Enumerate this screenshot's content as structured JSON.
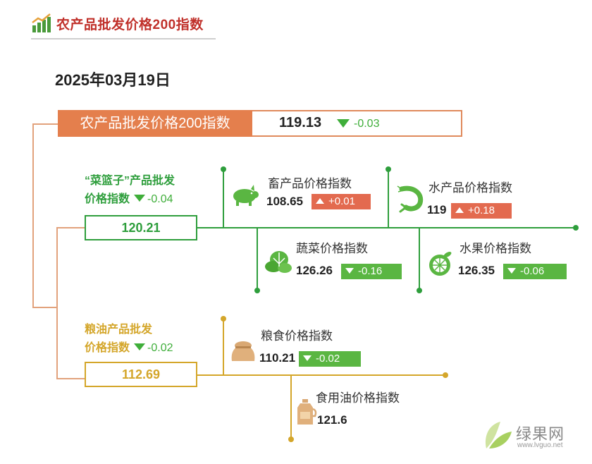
{
  "header": {
    "title": "农产品批发价格200指数"
  },
  "date": "2025年03月19日",
  "main": {
    "label": "农产品批发价格200指数",
    "value": "119.13",
    "change": "-0.03"
  },
  "groups": {
    "basket": {
      "title_line1": "“菜篮子”产品批发",
      "title_line2": "价格指数",
      "change": "-0.04",
      "value": "120.21"
    },
    "grain_oil": {
      "title_line1": "粮油产品批发",
      "title_line2": "价格指数",
      "change": "-0.02",
      "value": "112.69"
    }
  },
  "subs": {
    "livestock": {
      "name": "畜产品价格指数",
      "value": "108.65",
      "change": "+0.01",
      "icon": "pig-icon"
    },
    "aquatic": {
      "name": "水产品价格指数",
      "value": "119",
      "change": "+0.18",
      "icon": "shrimp-icon"
    },
    "vegetable": {
      "name": "蔬菜价格指数",
      "value": "126.26",
      "change": "-0.16",
      "icon": "vegetable-icon"
    },
    "fruit": {
      "name": "水果价格指数",
      "value": "126.35",
      "change": "-0.06",
      "icon": "lime-icon"
    },
    "grain": {
      "name": "粮食价格指数",
      "value": "110.21",
      "change": "-0.02",
      "icon": "grain-sack-icon"
    },
    "oil": {
      "name": "食用油价格指数",
      "value": "121.6",
      "icon": "oil-bottle-icon"
    }
  },
  "watermark": {
    "name": "绿果网",
    "url": "www.lvguo.net"
  },
  "colors": {
    "title_red": "#c0302a",
    "main_orange": "#e47f4d",
    "green": "#2e9e3c",
    "gold": "#d4a62a",
    "up_red": "#e36a4f",
    "down_green": "#5ab642"
  }
}
